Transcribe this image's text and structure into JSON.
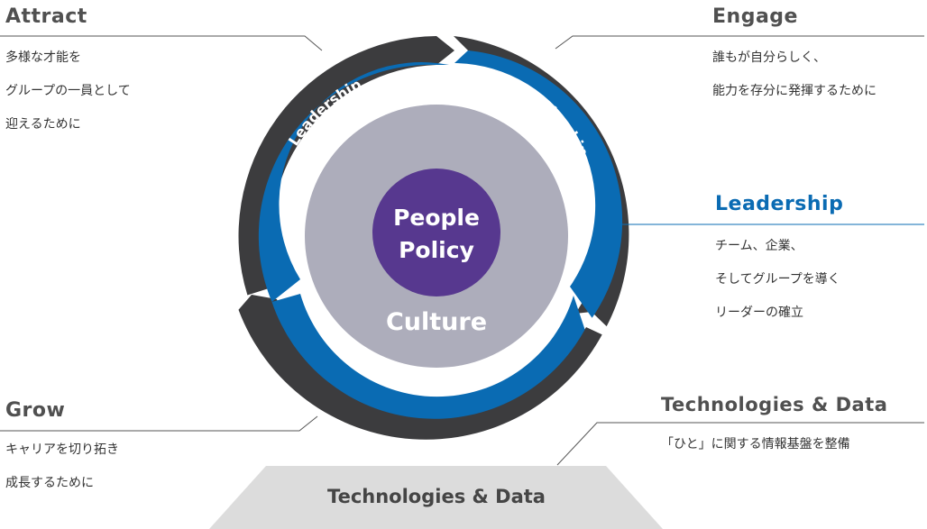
{
  "center": {
    "line1": "People",
    "line2": "Policy",
    "culture": "Culture"
  },
  "ring": {
    "outer": [
      "Attract",
      "Engage",
      "Grow"
    ],
    "inner": [
      "Leadership",
      "Leadership",
      "Leadership"
    ]
  },
  "base": {
    "label": "Technologies & Data"
  },
  "callouts": {
    "attract": {
      "title": "Attract",
      "lines": [
        "多様な才能を",
        "グループの一員として",
        "迎えるために"
      ]
    },
    "engage": {
      "title": "Engage",
      "lines": [
        "誰もが自分らしく、",
        "能力を存分に発揮するために"
      ]
    },
    "leadership": {
      "title": "Leadership",
      "lines": [
        "チーム、企業、",
        "そしてグループを導く",
        "リーダーの確立"
      ]
    },
    "grow": {
      "title": "Grow",
      "lines": [
        "キャリアを切り拓き",
        "成長するために"
      ]
    },
    "tech": {
      "title": "Technologies & Data",
      "lines": [
        "「ひと」に関する情報基盤を整備"
      ]
    }
  },
  "colors": {
    "outer_ring": "#3c3c3e",
    "inner_ring": "#0a6bb3",
    "culture": "#adadbb",
    "people_policy": "#57388f",
    "base": "#dcdcdc",
    "accent": "#0a6bb3"
  }
}
